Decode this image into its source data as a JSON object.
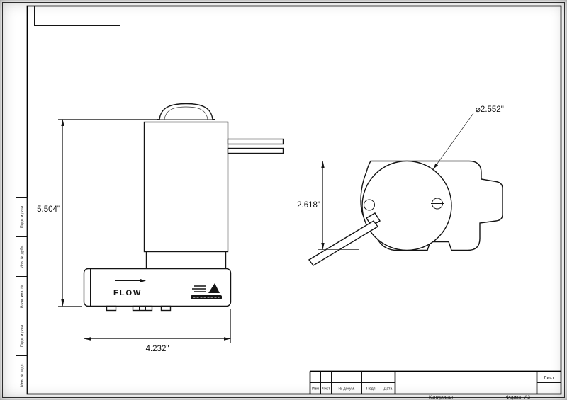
{
  "drawing": {
    "front_view": {
      "flow_label": "FLOW",
      "height_dim": "5.504\"",
      "width_dim": "4.232\"",
      "logo_icon": "aeromotive-logo"
    },
    "side_view": {
      "diameter_dim": "⌀2.552\"",
      "height_dim": "2.618\""
    }
  },
  "frame": {
    "side_labels": [
      "Подп. и дата",
      "Инв. № дубл.",
      "Взам. инв. №",
      "Подп. и дата",
      "Инв. № подл."
    ],
    "title_block": {
      "sheet_label": "Лист",
      "columns": [
        "Изм",
        "Лист",
        "№ докум.",
        "Подп.",
        "Дата"
      ]
    },
    "footer": {
      "copy_label": "Копировал",
      "format_label": "Формат A3"
    },
    "colors": {
      "line": "#141414",
      "paper": "#ffffff"
    }
  }
}
